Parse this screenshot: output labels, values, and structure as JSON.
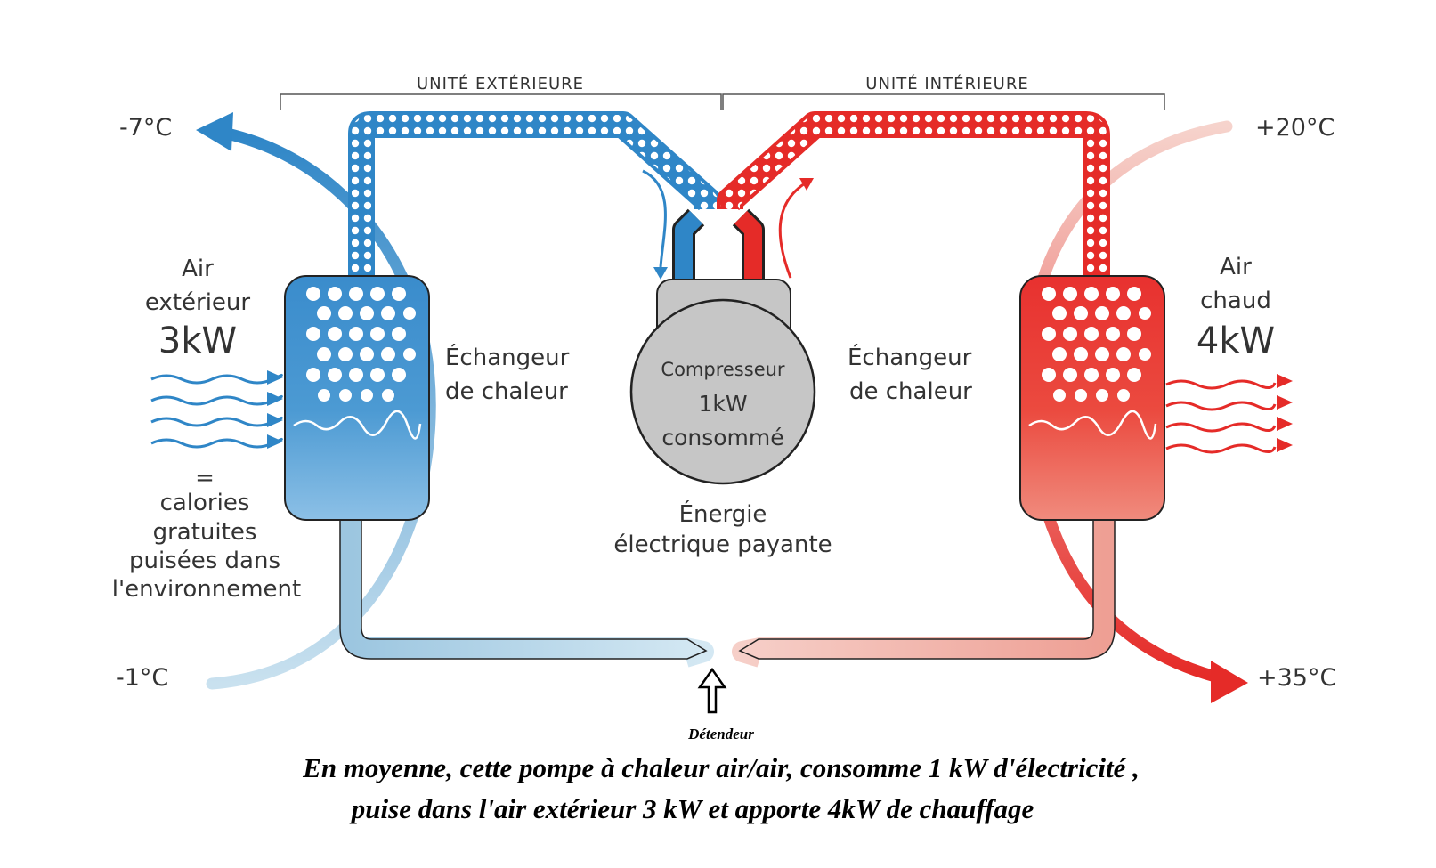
{
  "units": {
    "outdoor": "UNITÉ EXTÉRIEURE",
    "indoor": "UNITÉ INTÉRIEURE"
  },
  "temperatures": {
    "outdoor_out": "-7°C",
    "outdoor_in": "-1°C",
    "indoor_in": "+20°C",
    "indoor_out": "+35°C"
  },
  "left_air": {
    "line1": "Air",
    "line2": "extérieur",
    "power": "3kW",
    "equals": "=",
    "desc1": "calories",
    "desc2": "gratuites",
    "desc3": "puisées dans",
    "desc4": "l'environnement"
  },
  "right_air": {
    "line1": "Air",
    "line2": "chaud",
    "power": "4kW"
  },
  "exchanger_left": {
    "line1": "Échangeur",
    "line2": "de chaleur"
  },
  "exchanger_right": {
    "line1": "Échangeur",
    "line2": "de chaleur"
  },
  "compressor": {
    "name": "Compresseur",
    "power": "1kW",
    "consumed": "consommé"
  },
  "energy": {
    "line1": "Énergie",
    "line2": "électrique payante"
  },
  "expansion_valve": "Détendeur",
  "caption": {
    "line1": "En moyenne, cette pompe à chaleur air/air, consomme 1 kW d'électricité ,",
    "line2": "puise dans l'air extérieur 3 kW et apporte 4kW de chauffage"
  },
  "colors": {
    "blue": "#3a8ccc",
    "red": "#e8312f",
    "light_blue": "#b9d8ea",
    "light_red": "#f2b3ab",
    "compressor_grey": "#c6c6c6"
  }
}
